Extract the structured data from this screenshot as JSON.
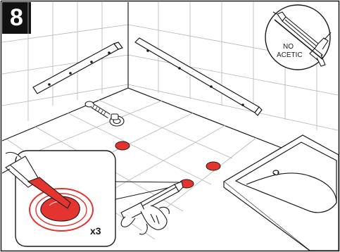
{
  "step": {
    "number": "8"
  },
  "warning": {
    "line1": "NO",
    "line2": "ACETIC"
  },
  "callout": {
    "multiplier": "x3"
  },
  "colors": {
    "adhesive": "#e3342f",
    "line": "#1a1a1a",
    "grout": "#b5b5b5",
    "badge": "#111111"
  },
  "icons": [
    "silicone-caulk-gun-icon",
    "acetic-warning-badge",
    "drain-hose",
    "adhesive-dot",
    "bathtub",
    "support-rail"
  ],
  "adhesive_dot_count": 3
}
